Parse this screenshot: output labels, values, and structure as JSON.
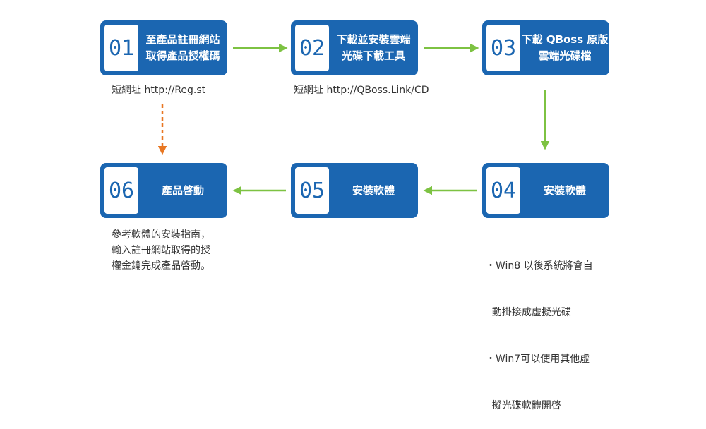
{
  "colors": {
    "step_fill": "#1b66b1",
    "arrow_green": "#7dc242",
    "arrow_orange": "#e87722",
    "text": "#333333"
  },
  "steps": [
    {
      "num": "01",
      "lines": [
        "至產品註冊網站",
        "取得產品授權碼"
      ]
    },
    {
      "num": "02",
      "lines": [
        "下載並安裝雲端",
        "光碟下載工具"
      ]
    },
    {
      "num": "03",
      "lines": [
        "下載 QBoss 原版",
        "雲端光碟檔"
      ]
    },
    {
      "num": "04",
      "lines": [
        "安裝軟體"
      ]
    },
    {
      "num": "05",
      "lines": [
        "安裝軟體"
      ]
    },
    {
      "num": "06",
      "lines": [
        "產品啓動"
      ]
    }
  ],
  "notes": {
    "step01_url": "短網址 http://Reg.st",
    "step02_url": "短網址 http://QBoss.Link/CD",
    "step06_lines": [
      "參考軟體的安裝指南，",
      "輸入註冊網站取得的授",
      "權金鑰完成產品啓動。"
    ],
    "step04_bullets": [
      "・Win8 以後系統將會自",
      "  動掛接成虛擬光碟",
      "・Win7可以使用其他虛",
      "  擬光碟軟體開啓"
    ]
  }
}
